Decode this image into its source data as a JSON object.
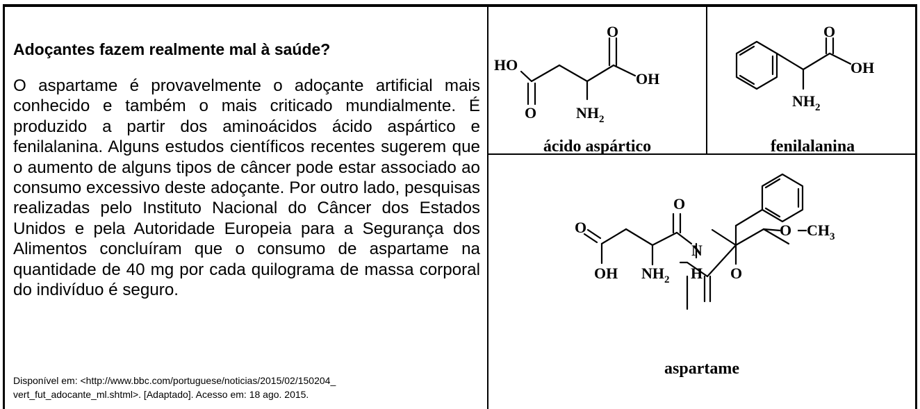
{
  "article": {
    "title": "Adoçantes fazem realmente mal à saúde?",
    "body": "O aspartame é provavelmente o adoçante artificial mais conhecido e também o mais criticado mundialmente. É produzido a partir dos aminoácidos ácido aspártico e fenilalanina. Alguns estudos científicos recentes sugerem que o aumento de alguns tipos de câncer pode estar associado ao consumo excessivo deste adoçante. Por outro lado, pesquisas realizadas pelo Instituto Nacional do Câncer dos Estados Unidos e pela Autoridade Europeia para a Segurança dos Alimentos concluíram que o consumo de aspartame na quantidade de 40 mg por cada quilograma de massa corporal do indivíduo é seguro.",
    "source_line1": "Disponível em: <http://www.bbc.com/portuguese/noticias/2015/02/150204_",
    "source_line2": "vert_fut_adocante_ml.shtml>. [Adaptado]. Acesso em: 18 ago. 2015."
  },
  "structures": {
    "aspartic_acid": {
      "caption": "ácido aspártico",
      "label_ho": "HO",
      "label_o_top": "O",
      "label_oh": "OH",
      "label_o_bottom": "O",
      "label_nh": "NH",
      "label_sub": "2"
    },
    "phenylalanine": {
      "caption": "fenilalanina",
      "label_o_top": "O",
      "label_oh": "OH",
      "label_nh": "NH",
      "label_sub": "2"
    },
    "aspartame": {
      "caption": "aspartame",
      "label_o_left": "O",
      "label_o_amide": "O",
      "label_n": "N",
      "label_h": "H",
      "label_o_ester": "O",
      "label_ch": "CH",
      "label_sub3": "3",
      "label_oh": "OH",
      "label_nh": "NH",
      "label_sub2": "2",
      "label_o_carbonyl": "O"
    }
  }
}
